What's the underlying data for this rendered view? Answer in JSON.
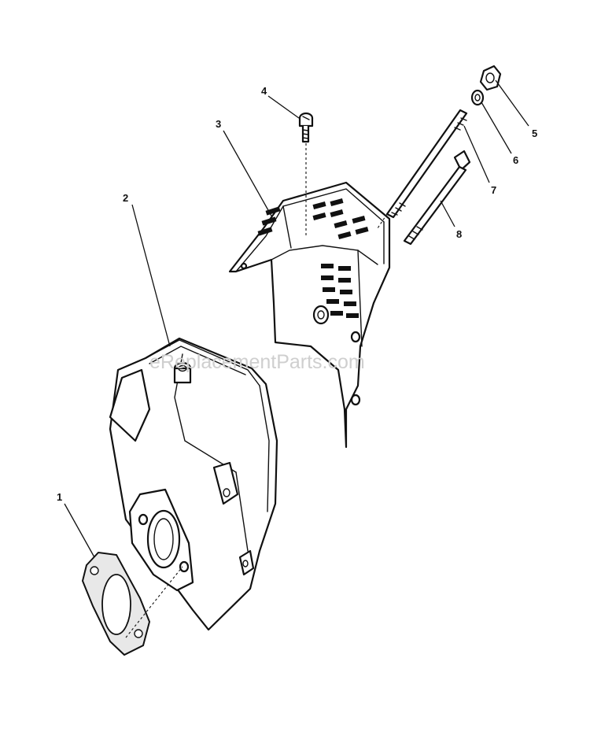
{
  "watermark": "eReplacementParts.com",
  "callouts": [
    {
      "id": "1",
      "label": "1"
    },
    {
      "id": "2",
      "label": "2"
    },
    {
      "id": "3",
      "label": "3"
    },
    {
      "id": "4",
      "label": "4"
    },
    {
      "id": "5",
      "label": "5"
    },
    {
      "id": "6",
      "label": "6"
    },
    {
      "id": "7",
      "label": "7"
    },
    {
      "id": "8",
      "label": "8"
    }
  ]
}
